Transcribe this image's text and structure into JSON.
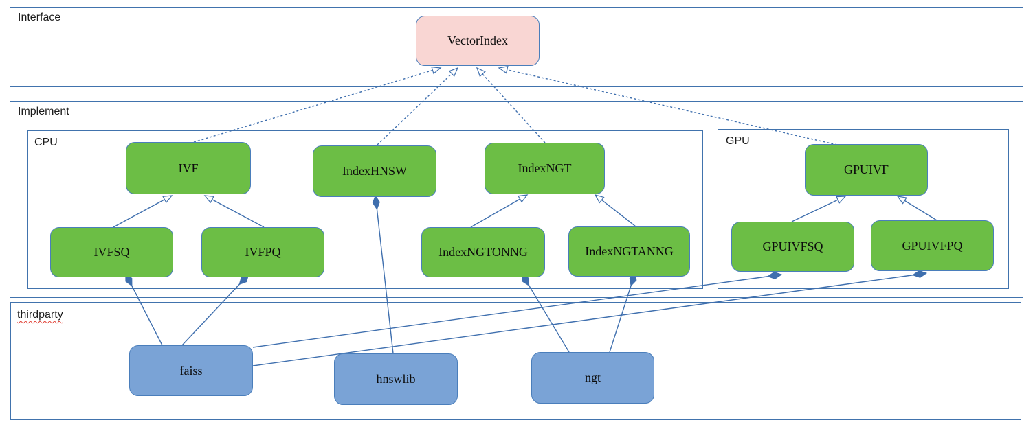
{
  "colors": {
    "line": "#3f6fae",
    "container-border": "#4173ad",
    "node-border": "#4a7ebb",
    "node-green": "#6cbe45",
    "node-pink": "#f9d6d3",
    "node-blue": "#7aa3d6",
    "squiggle": "#e03c31",
    "label-text": "#1c1c1c"
  },
  "containers": {
    "interface": "Interface",
    "implement": "Implement",
    "cpu": "CPU",
    "gpu": "GPU",
    "thirdparty": "thirdparty"
  },
  "nodes": {
    "vectorindex": "VectorIndex",
    "ivf": "IVF",
    "indexhnsw": "IndexHNSW",
    "indexngt": "IndexNGT",
    "ivfsq": "IVFSQ",
    "ivfpq": "IVFPQ",
    "indexngtonng": "IndexNGTONNG",
    "indexngtanng": "IndexNGTANNG",
    "gpuivf": "GPUIVF",
    "gpuivfsq": "GPUIVFSQ",
    "gpuivfpq": "GPUIVFPQ",
    "faiss": "faiss",
    "hnswlib": "hnswlib",
    "ngt": "ngt"
  },
  "edges": [
    {
      "from": "IVF",
      "to": "VectorIndex",
      "type": "realization-dashed-hollow-arrow"
    },
    {
      "from": "IndexHNSW",
      "to": "VectorIndex",
      "type": "realization-dashed-hollow-arrow"
    },
    {
      "from": "IndexNGT",
      "to": "VectorIndex",
      "type": "realization-dashed-hollow-arrow"
    },
    {
      "from": "GPUIVF",
      "to": "VectorIndex",
      "type": "realization-dashed-hollow-arrow"
    },
    {
      "from": "IVFSQ",
      "to": "IVF",
      "type": "inheritance-hollow-arrow"
    },
    {
      "from": "IVFPQ",
      "to": "IVF",
      "type": "inheritance-hollow-arrow"
    },
    {
      "from": "IndexNGTONNG",
      "to": "IndexNGT",
      "type": "inheritance-hollow-arrow"
    },
    {
      "from": "IndexNGTANNG",
      "to": "IndexNGT",
      "type": "inheritance-hollow-arrow"
    },
    {
      "from": "GPUIVFSQ",
      "to": "GPUIVF",
      "type": "inheritance-hollow-arrow"
    },
    {
      "from": "GPUIVFPQ",
      "to": "GPUIVF",
      "type": "inheritance-hollow-arrow"
    },
    {
      "from": "faiss",
      "to": "IVFSQ",
      "type": "composition-filled-diamond"
    },
    {
      "from": "faiss",
      "to": "IVFPQ",
      "type": "composition-filled-diamond"
    },
    {
      "from": "faiss",
      "to": "GPUIVFSQ",
      "type": "composition-filled-diamond"
    },
    {
      "from": "faiss",
      "to": "GPUIVFPQ",
      "type": "composition-filled-diamond"
    },
    {
      "from": "hnswlib",
      "to": "IndexHNSW",
      "type": "composition-filled-diamond"
    },
    {
      "from": "ngt",
      "to": "IndexNGTONNG",
      "type": "composition-filled-diamond"
    },
    {
      "from": "ngt",
      "to": "IndexNGTANNG",
      "type": "composition-filled-diamond"
    }
  ]
}
